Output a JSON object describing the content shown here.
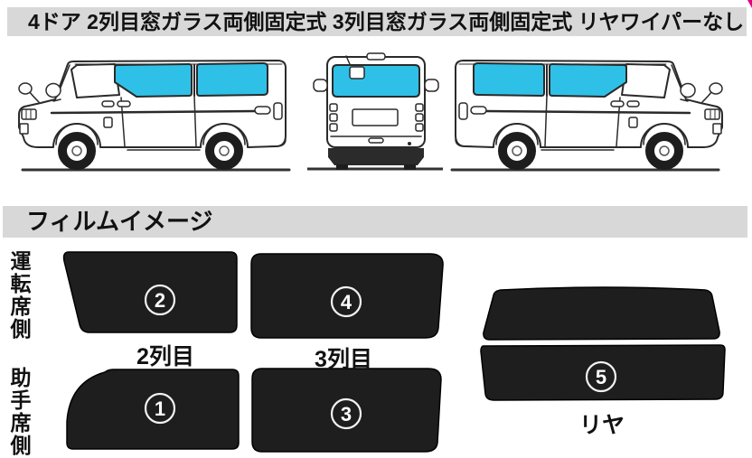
{
  "header": {
    "text": "4ドア 2列目窓ガラス両側固定式 3列目窓ガラス両側固定式 リヤワイパーなし"
  },
  "section": {
    "title": "フィルムイメージ"
  },
  "side_labels": {
    "driver": "運転席側",
    "passenger": "助手席側"
  },
  "group_labels": {
    "second_row": "2列目",
    "third_row": "3列目",
    "rear": "リヤ"
  },
  "films": {
    "film1": {
      "number": "1"
    },
    "film2": {
      "number": "2"
    },
    "film3": {
      "number": "3"
    },
    "film4": {
      "number": "4"
    },
    "film5": {
      "number": "5"
    }
  },
  "illustrations": {
    "left": "van-side-view-facing-left",
    "center": "van-rear-view",
    "right": "van-side-view-facing-right"
  },
  "colors": {
    "c-tint": "#2fc0e8",
    "c-film": "#1e1e1e",
    "c-bar": "#d8d8d8",
    "c-stroke": "#2a2a2a",
    "c-accent": "#e5007e"
  }
}
